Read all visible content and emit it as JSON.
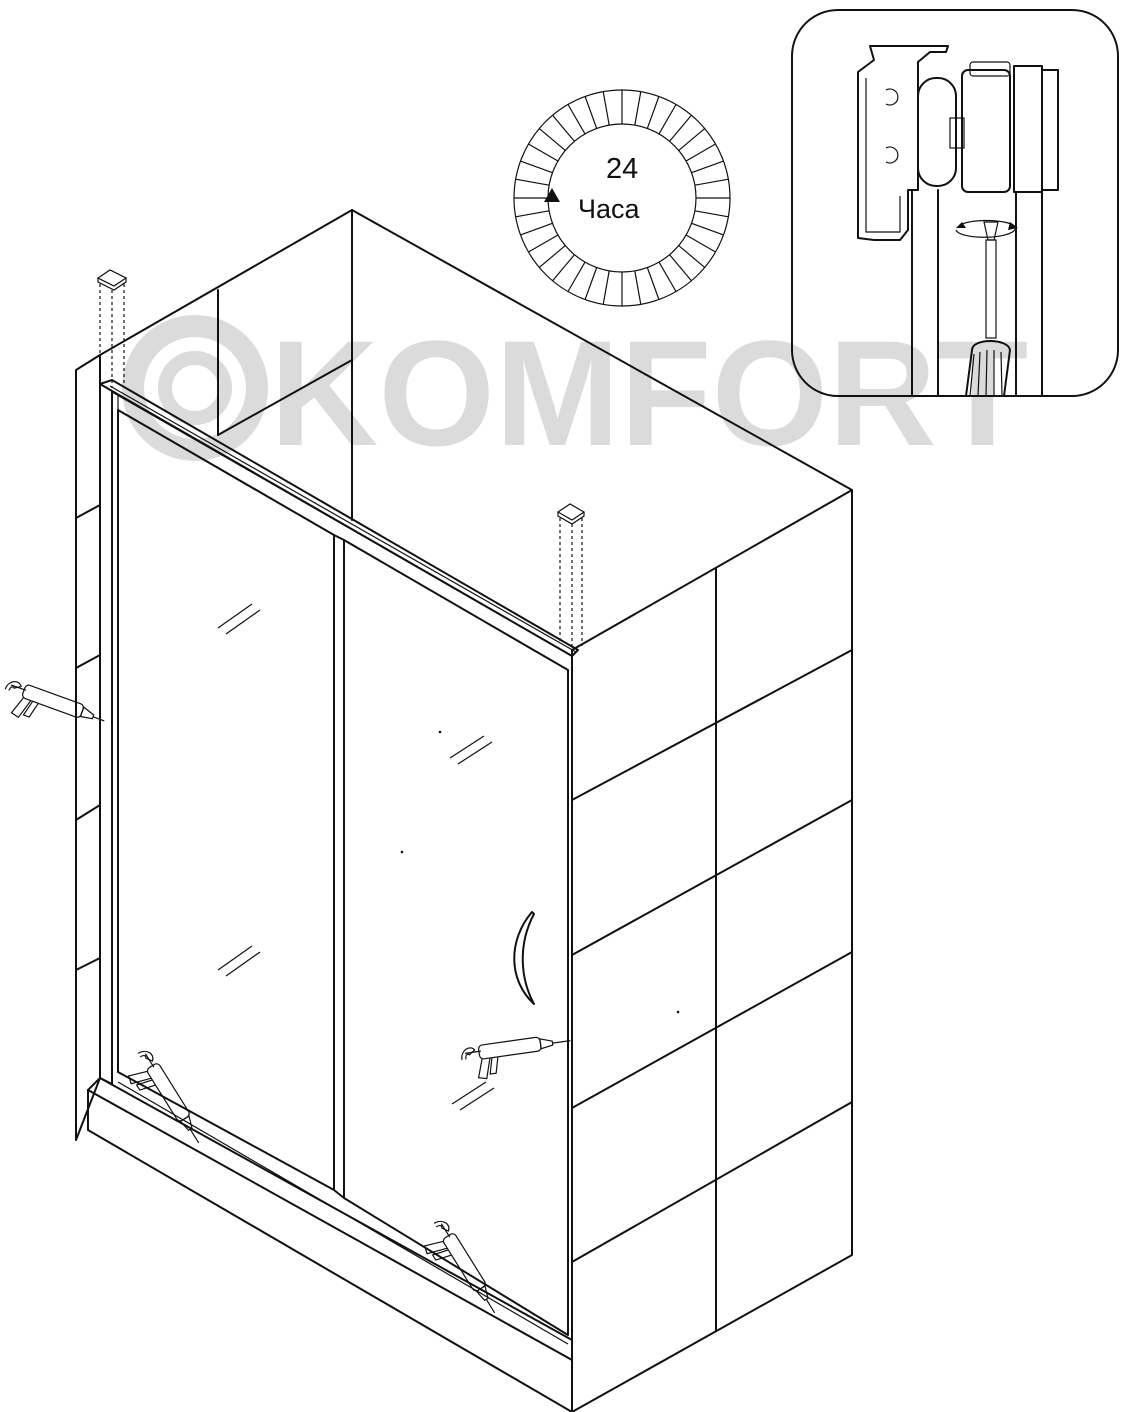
{
  "timer": {
    "value": "24",
    "unit": "Часа"
  },
  "watermark": {
    "text": "KOMFORT"
  },
  "colors": {
    "line": "#111111",
    "watermark": "#cfcfcf",
    "background": "#ffffff"
  }
}
